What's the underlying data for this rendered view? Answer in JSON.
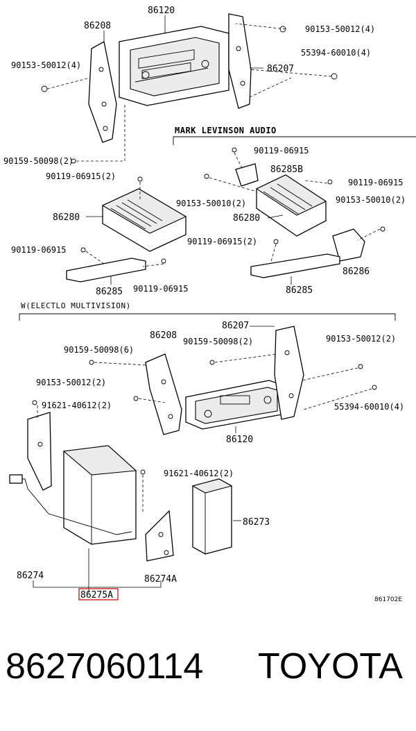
{
  "diagram_code": "861702E",
  "sections": {
    "mark_levinson": "MARK LEVINSON AUDIO",
    "electro_multivision": "W(ELECTLO MULTIVISION)"
  },
  "labels": {
    "top_86120": "86120",
    "top_86208": "86208",
    "top_86207": "86207",
    "top_90153_50012_left": "90153-50012(4)",
    "top_90153_50012_right": "90153-50012(4)",
    "top_55394_60010": "55394-60010(4)",
    "top_90159_50098": "90159-50098(2)",
    "mid_90119_06915_2": "90119-06915(2)",
    "mid_86280": "86280",
    "mid_90119_06915_left": "90119-06915",
    "mid_86285": "86285",
    "mid_90119_06915_bottom": "90119-06915",
    "ml_90119_06915_top": "90119-06915",
    "ml_86285B": "86285B",
    "ml_90119_06915_right": "90119-06915",
    "ml_90153_50010_left": "90153-50010(2)",
    "ml_90153_50010_right": "90153-50010(2)",
    "ml_86280": "86280",
    "ml_90119_06915_2": "90119-06915(2)",
    "ml_86286": "86286",
    "ml_86285": "86285",
    "ev_86208": "86208",
    "ev_86207": "86207",
    "ev_90159_50098_6": "90159-50098(6)",
    "ev_90159_50098_2": "90159-50098(2)",
    "ev_90153_50012_right": "90153-50012(2)",
    "ev_90153_50012_left": "90153-50012(2)",
    "ev_91621_40612_left": "91621-40612(2)",
    "ev_55394_60010": "55394-60010(4)",
    "ev_86120": "86120",
    "ev_91621_40612_mid": "91621-40612(2)",
    "ev_86273": "86273",
    "ev_86274": "86274",
    "ev_86274A": "86274A",
    "ev_86275A": "86275A"
  },
  "footer": {
    "part_number": "8627060114",
    "brand": "TOYOTA"
  },
  "colors": {
    "highlight": "#d02020",
    "line": "#000000",
    "background": "#ffffff"
  }
}
